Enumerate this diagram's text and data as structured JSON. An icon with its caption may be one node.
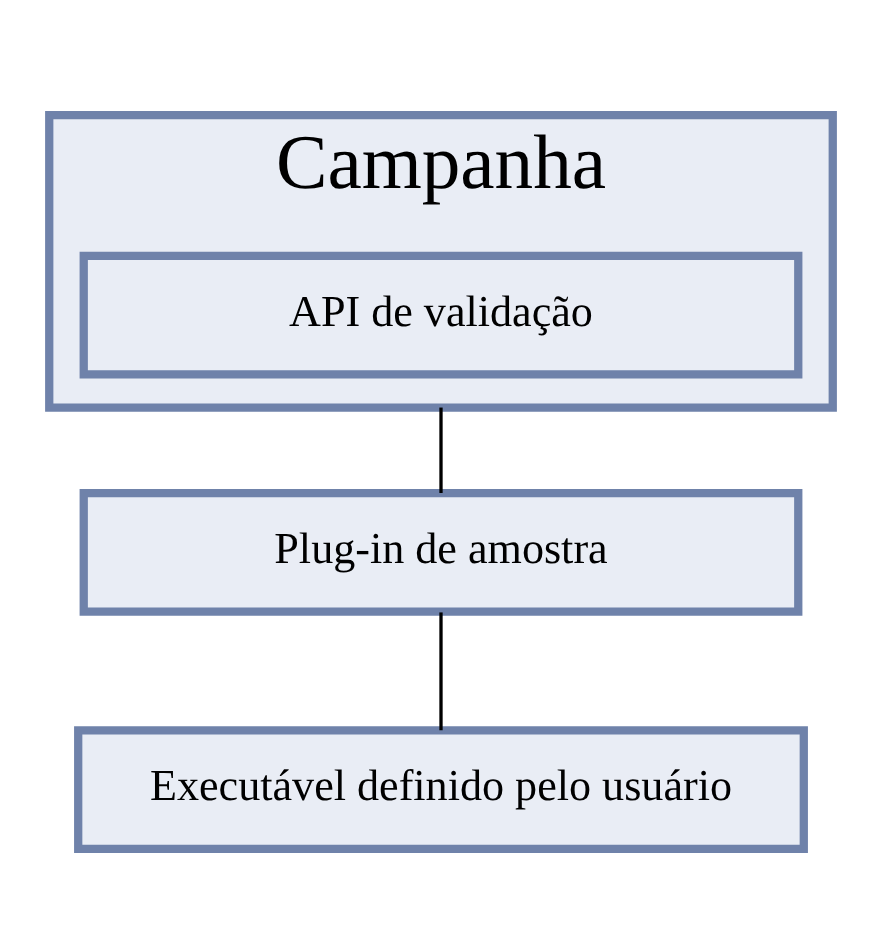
{
  "diagram": {
    "nodes": [
      {
        "text": [
          "Campanha"
        ]
      },
      {
        "text": [
          "API de validação"
        ],
        "in": 0
      },
      {
        "text": [
          "Plug-in de amostra"
        ]
      },
      {
        "text": [
          "Executável definido pelo usuário"
        ]
      }
    ],
    "edges": [
      {
        "from": 0,
        "to": 2,
        "arrow": "none"
      },
      {
        "from": 2,
        "to": 3,
        "arrow": "none"
      }
    ]
  }
}
